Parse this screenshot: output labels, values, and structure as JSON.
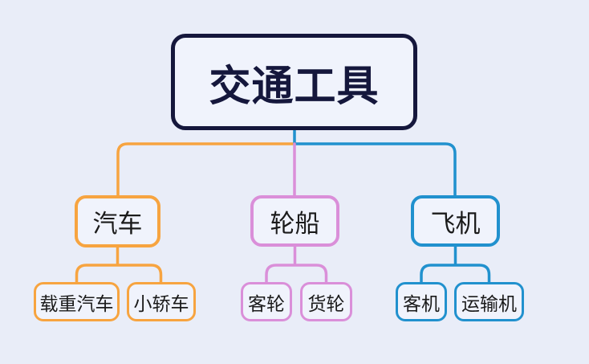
{
  "root": {
    "label": "交通工具"
  },
  "branches": [
    {
      "id": "car",
      "label": "汽车",
      "color": "#f7a440",
      "children": [
        {
          "label": "载重汽车"
        },
        {
          "label": "小轿车"
        }
      ]
    },
    {
      "id": "ship",
      "label": "轮船",
      "color": "#da8fd9",
      "children": [
        {
          "label": "客轮"
        },
        {
          "label": "货轮"
        }
      ]
    },
    {
      "id": "plane",
      "label": "飞机",
      "color": "#2191ce",
      "children": [
        {
          "label": "客机"
        },
        {
          "label": "运输机"
        }
      ]
    }
  ],
  "colors": {
    "background": "#e9edf8",
    "node_fill": "#f0f3fc",
    "root_border": "#15173c",
    "root_text": "#15173c",
    "child_text": "#1b1b1b",
    "branch_car": "#f7a440",
    "branch_ship": "#da8fd9",
    "branch_plane": "#2191ce"
  }
}
